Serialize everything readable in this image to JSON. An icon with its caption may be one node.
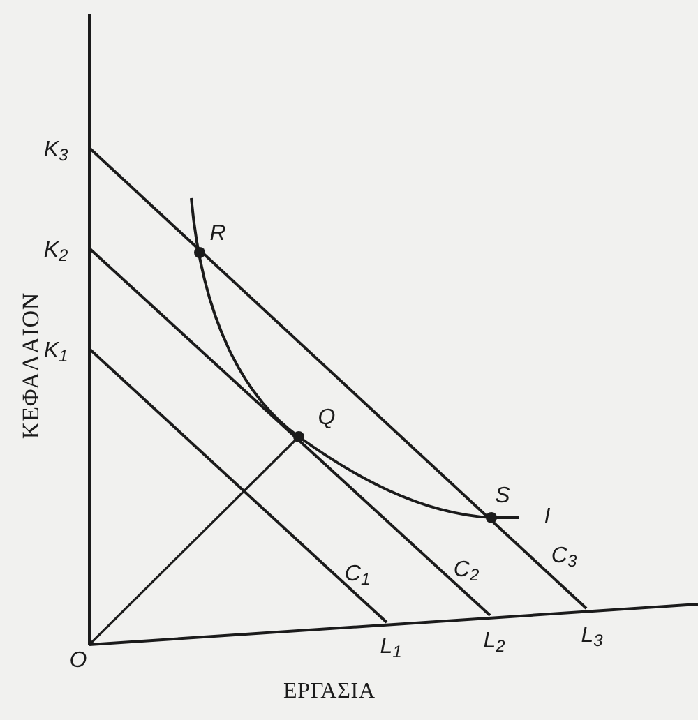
{
  "diagram": {
    "labels": [
      "K$_{3}$",
      "R",
      "K$_{2}$",
      "K$_{1}$",
      "Q",
      "S",
      "I",
      "C$_{1}$",
      "C$_{2}$",
      "C$_{3}$",
      "O",
      "L$_{1}$",
      "L$_{2}$",
      "L$_{3}$",
      "ΚΕΦΑΛΑΙΟΝ",
      "ΕΡΓΑΣΙΑ"
    ]
  }
}
